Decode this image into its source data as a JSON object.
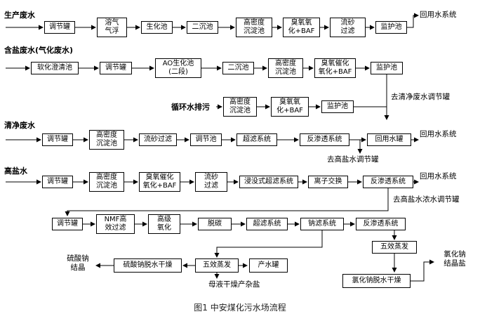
{
  "caption": "图1 中安煤化污水场流程",
  "sources": {
    "shengchan": "生产废水",
    "hanyan": "含盐废水(气化废水)",
    "xunhuan": "循环水排污",
    "qingjing": "清净废水",
    "gaoyan": "高盐水"
  },
  "rows": {
    "r1": [
      "调节罐",
      "溶气\n气浮",
      "生化池",
      "二沉池",
      "高密度\n沉淀池",
      "臭氧氧\n化+BAF",
      "流砂\n过滤",
      "监护池"
    ],
    "r2": [
      "软化澄清池",
      "调节罐",
      "AO生化池\n(二段)",
      "二沉池",
      "高密度\n沉淀池",
      "臭氧催化\n氧化+BAF",
      "监护池"
    ],
    "r3": [
      "高密度\n沉淀池",
      "臭氧氧\n化+BAF",
      "监护池"
    ],
    "r4": [
      "调节罐",
      "高密度\n沉淀池",
      "流砂过滤",
      "调节池",
      "超滤系统",
      "反渗透系统",
      "回用水罐"
    ],
    "r5": [
      "调节罐",
      "高密度\n沉淀池",
      "臭氧催化\n氧化+BAF",
      "流砂\n过滤",
      "浸没式超滤系统",
      "离子交换",
      "反渗透系统"
    ],
    "r6": [
      "调节罐",
      "NMF高\n效过滤",
      "高级\n氧化",
      "脱碳",
      "超滤系统",
      "钠滤系统",
      "反渗透系统"
    ],
    "bottom": [
      "五效蒸发",
      "硫酸钠脱水干燥",
      "五效蒸发",
      "产水罐",
      "氯化钠脱水干燥"
    ]
  },
  "outputs": {
    "reuse1": "回用水系统",
    "reuse2": "回用水系统",
    "reuse3": "回用水系统",
    "to_qingjing": "去清净废水调节罐",
    "to_gaoyan": "去高盐水调节罐",
    "to_nongshui": "去高盐水浓水调节罐",
    "liusuanna": "硫酸钠\n结晶",
    "lvhuana": "氯化钠\n结晶盐",
    "muye": "母液干燥产杂盐"
  }
}
